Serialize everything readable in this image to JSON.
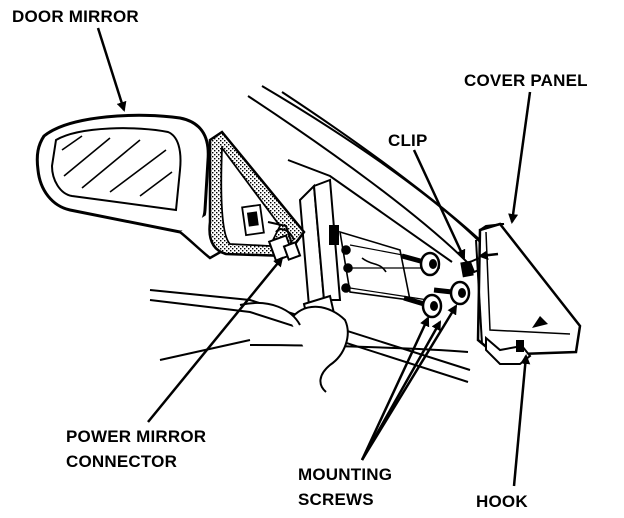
{
  "labels": {
    "door_mirror": "DOOR MIRROR",
    "cover_panel": "COVER PANEL",
    "clip": "CLIP",
    "power_mirror_connector_line1": "POWER MIRROR",
    "power_mirror_connector_line2": "CONNECTOR",
    "mounting_screws_line1": "MOUNTING",
    "mounting_screws_line2": "SCREWS",
    "hook": "HOOK"
  },
  "colors": {
    "ink": "#000000",
    "paper": "#ffffff",
    "shade": "#9a9a9a"
  }
}
